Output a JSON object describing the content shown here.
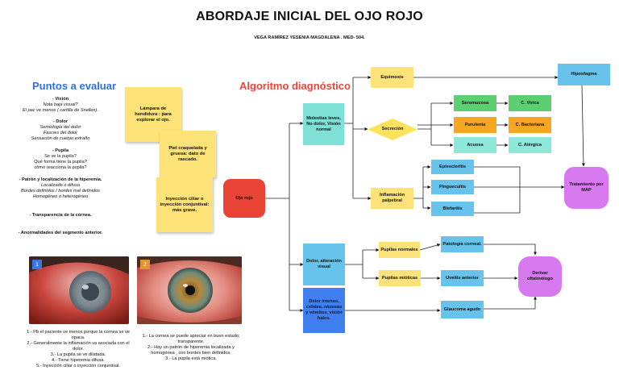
{
  "title": "ABORDAJE INICIAL DEL OJO ROJO",
  "author": "VEGA RAMÍREZ YESENIA MAGDALENA . MED- 504.",
  "left_section": {
    "title": "Puntos a evaluar",
    "items": [
      {
        "heading": "- Visión",
        "lines": [
          "Nota baja visual?",
          "El pac ve menos ( cartilla de Snellen)."
        ]
      },
      {
        "heading": "- Dolor",
        "lines": [
          "Semiología del dolor",
          "Fascies del dolor",
          "Sensación de cuerpo extraño"
        ]
      },
      {
        "heading": "- Pupila",
        "lines": [
          "Se ve la pupila?",
          "Qué forma tiene la pupila?",
          "cómo reacciona la pupila?"
        ]
      },
      {
        "heading": "- Patrón y localización de la hiperemia.",
        "lines": [
          "Localizado o difuso",
          "Bordes definidos / bordes mal definidos",
          "Homogéneo o heterogéneo"
        ]
      },
      {
        "heading": "- Transparencia de la córnea.",
        "lines": []
      },
      {
        "heading": "- Anormalidades del segmento anterior.",
        "lines": []
      }
    ]
  },
  "stickies": [
    "Lámpara de hendidura : para explorar el ojo.",
    "Piel craquelada y gruesa: dato de rascado.",
    "Inyección ciliar o inyección conjuntival: más grave."
  ],
  "algorithm": {
    "title": "Algoritmo diagnóstico",
    "root": "Ojo rojo",
    "branch1": "Molestias leves, No dolor, Visión normal",
    "branch2": "Dolor, alteración visual",
    "branch3": "Dolor intenso, cefalea, náuseas y vómitos, visión halos.",
    "equimosis": "Equimosis",
    "hiposfagma": "Hiposfagma",
    "secrecion": "Secreción",
    "serosa": "Seromucosa",
    "purulenta": "Purulenta",
    "acuosa": "Acuosa",
    "c_virica": "C. Vírica",
    "c_bacteriana": "C. Bacteriana",
    "c_alergica": "C. Alérgica",
    "inflamacion": "Inflamación palpebral",
    "epiescleritis": "Epiescleritis",
    "pinguecultis": "Pinguecultis",
    "blefaritis": "Blefaritis",
    "tratamiento": "Tratamiento por MAP",
    "pupilas_normales": "Pupilas normales",
    "pupilas_mioticas": "Pupilas mióticas",
    "patologia_corneal": "Patología corneal.",
    "uveitis": "Uveítis anterior",
    "glaucoma": "Glaucoma agudo",
    "derivar": "Derivar oftalmólogo"
  },
  "photos": [
    {
      "badge": "1",
      "badge_color": "#3c78d8"
    },
    {
      "badge": "2",
      "badge_color": "#e69138"
    }
  ],
  "captions": {
    "left": [
      "1.- Pb el paciente ve menos porque la cornea se ve opaca.",
      "2.- Generalmente la inflamación va asociada con el dolor.",
      "3.- La pupila se ve dilatada.",
      "4.- Tiene hiperemia difusa.",
      "5.- Inyección ciliar o inyección conjuntival."
    ],
    "right": [
      "1.- La cornea se puede apreciar en buen estado; transparente.",
      "2.- Hay un patrón de hiperemia localizada y homogénea , con bordes bien definidos.",
      "3.- La pupila está miótica."
    ]
  }
}
